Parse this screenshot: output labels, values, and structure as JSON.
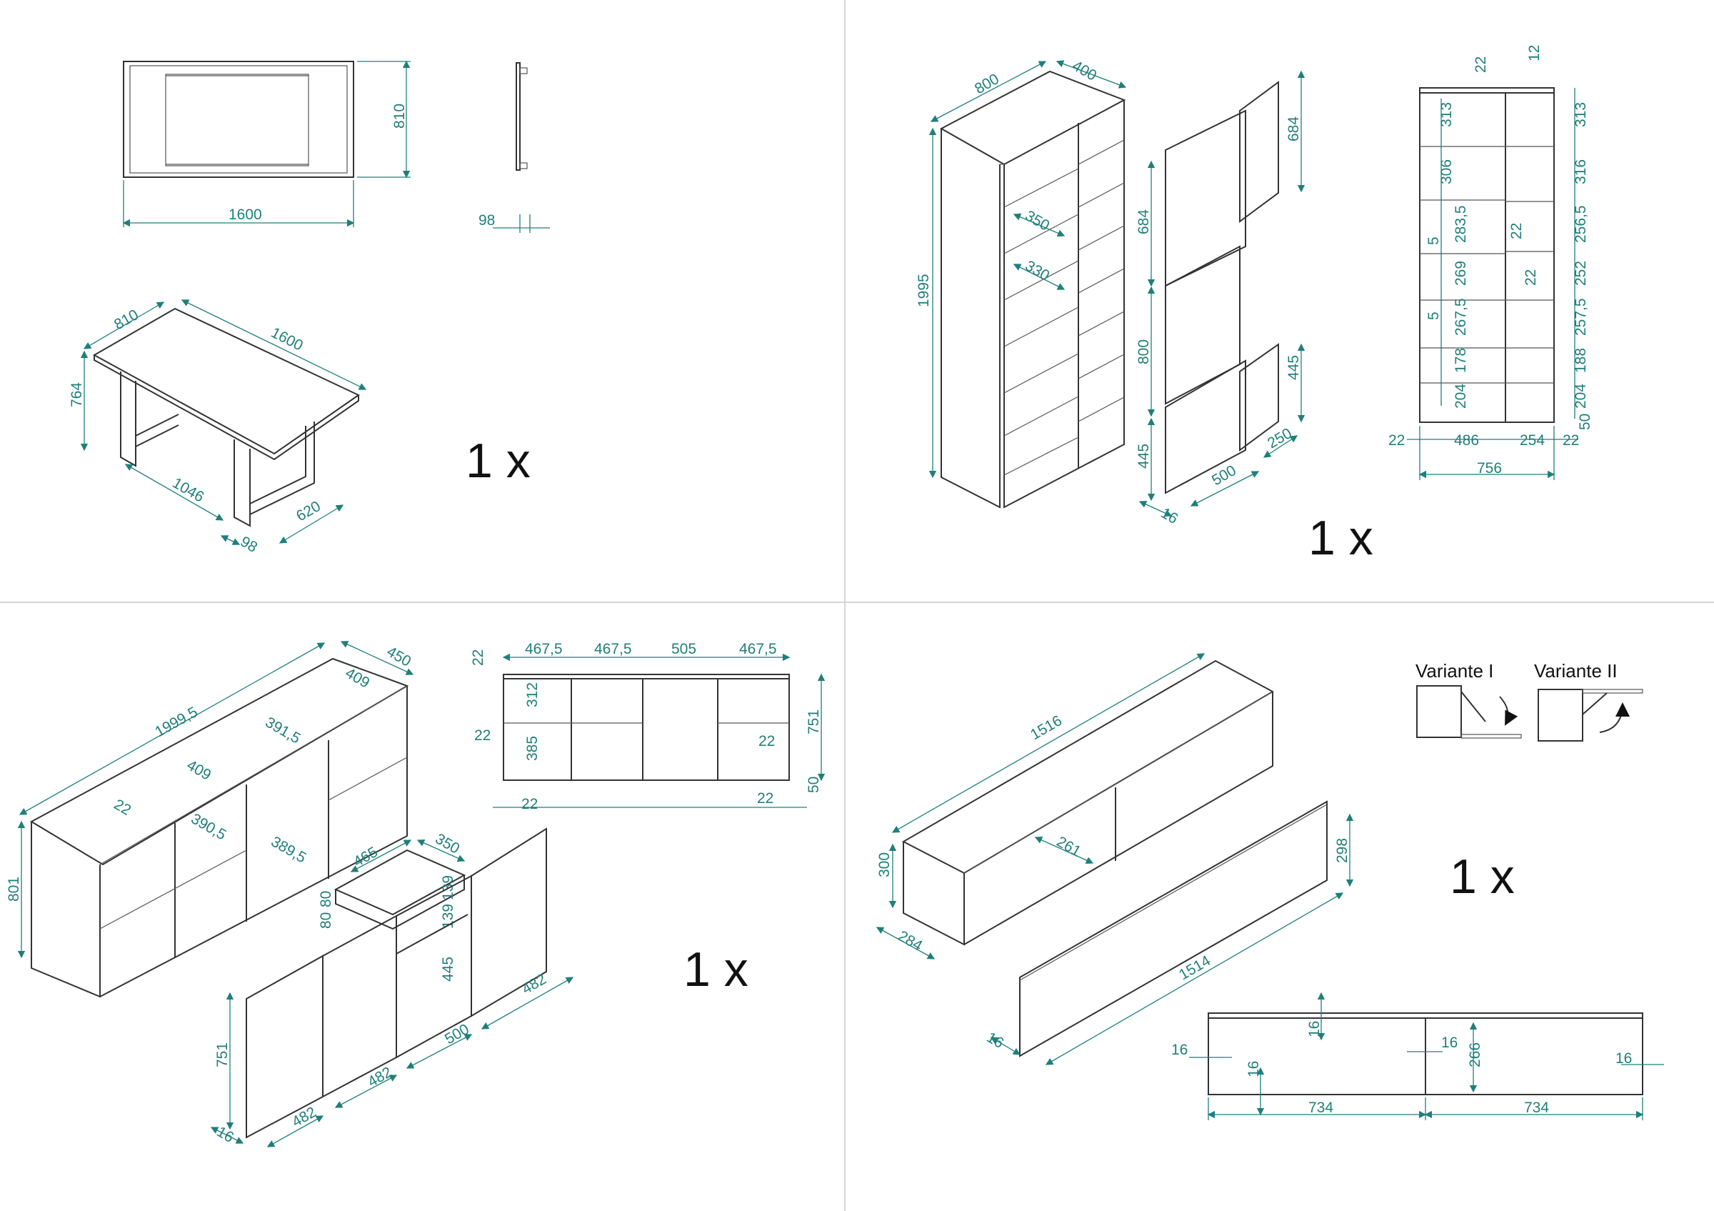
{
  "quantity_label": "1 x",
  "q1": {
    "top_width": "1600",
    "top_height": "810",
    "side_depth": "98",
    "iso_depth": "810",
    "iso_length": "1600",
    "iso_height": "764",
    "iso_inner": "1046",
    "iso_foot": "98",
    "iso_frame": "620"
  },
  "q2": {
    "width": "800",
    "depth": "400",
    "height": "1995",
    "shelf_a": "350",
    "shelf_b": "330",
    "door_top": "684",
    "door_mid": "800",
    "door_mid_left": "684",
    "door_bot": "445",
    "door_bot_left": "445",
    "door_w": "500",
    "door_thk": "16",
    "door_d": "250",
    "top_thk_a": "22",
    "top_thk_b": "12",
    "rows_left": [
      "313",
      "306",
      "283,5",
      "269",
      "267,5",
      "178",
      "204"
    ],
    "rows_right": [
      "313",
      "316",
      "256,5",
      "252",
      "257,5",
      "188",
      "204"
    ],
    "gap_a": "5",
    "gap_b": "5",
    "mid_a": "22",
    "mid_b": "22",
    "base": "50",
    "bottom": [
      "22",
      "486",
      "254",
      "22"
    ],
    "total_w": "756"
  },
  "q3": {
    "length": "1999,5",
    "depth": "450",
    "inner_a": "409",
    "inner_b": "391,5",
    "inner_c": "409",
    "inner_d": "390,5",
    "inner_e": "389,5",
    "wall": "22",
    "height": "801",
    "drawer_w": "465",
    "drawer_d": "350",
    "drawer_h_a": "80",
    "drawer_h_b": "80",
    "drawer_r_a": "139",
    "drawer_r_b": "139",
    "front_h": "445",
    "door_h": "751",
    "door_w_a": "482",
    "door_w_b": "482",
    "door_w_c": "500",
    "door_w_d": "482",
    "door_thk": "16",
    "front_cols": [
      "467,5",
      "467,5",
      "505",
      "467,5"
    ],
    "front_top": "22",
    "front_row_a": "312",
    "front_row_b": "385",
    "front_left": "22",
    "front_right": "22",
    "front_h_total": "751",
    "front_base": "50",
    "front_bl": "22",
    "front_br": "22"
  },
  "q4": {
    "length": "1516",
    "height": "300",
    "depth": "284",
    "inner": "261",
    "flap_len": "1514",
    "flap_h": "298",
    "flap_thk": "16",
    "variant_1": "Variante I",
    "variant_2": "Variante II",
    "sec_top": "16",
    "sec_left": "16",
    "sec_mid": "16",
    "sec_right": "16",
    "sec_inner": "16",
    "sec_h": "266",
    "sec_w_a": "734",
    "sec_w_b": "734"
  }
}
